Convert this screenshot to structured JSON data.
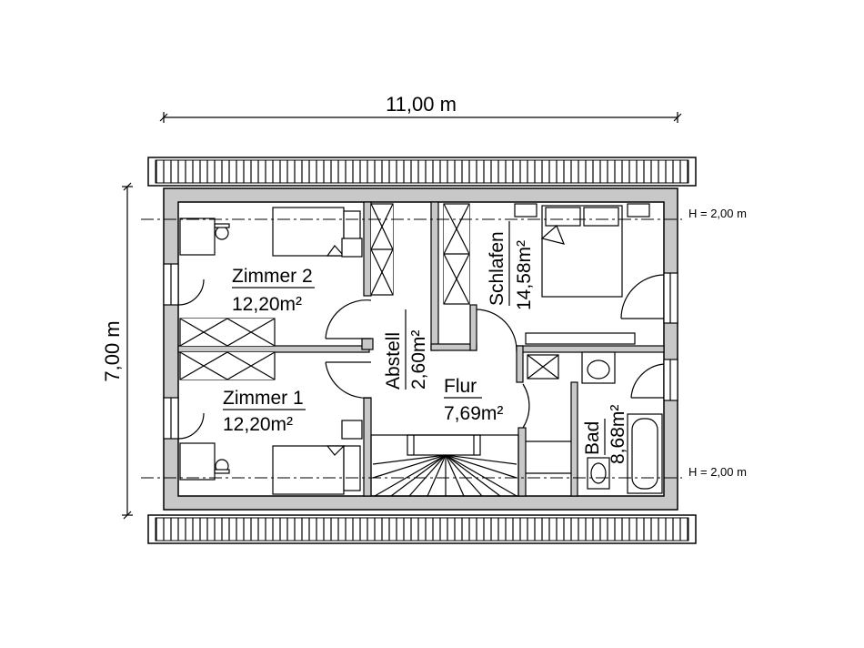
{
  "dimensions": {
    "width_label": "11,00 m",
    "height_label": "7,00 m"
  },
  "height_lines": [
    {
      "label": "H = 2,00 m"
    },
    {
      "label": "H = 2,00 m"
    }
  ],
  "rooms": {
    "zimmer2": {
      "name": "Zimmer 2",
      "area": "12,20m²"
    },
    "zimmer1": {
      "name": "Zimmer 1",
      "area": "12,20m²"
    },
    "abstell": {
      "name": "Abstell",
      "area": "2,60m²"
    },
    "flur": {
      "name": "Flur",
      "area": "7,69m²"
    },
    "schlafen": {
      "name": "Schlafen",
      "area": "14,58m²"
    },
    "bad": {
      "name": "Bad",
      "area": "8,68m²"
    }
  },
  "colors": {
    "wall": "#c8c8c8",
    "line": "#000000",
    "roof": "#ffffff"
  }
}
